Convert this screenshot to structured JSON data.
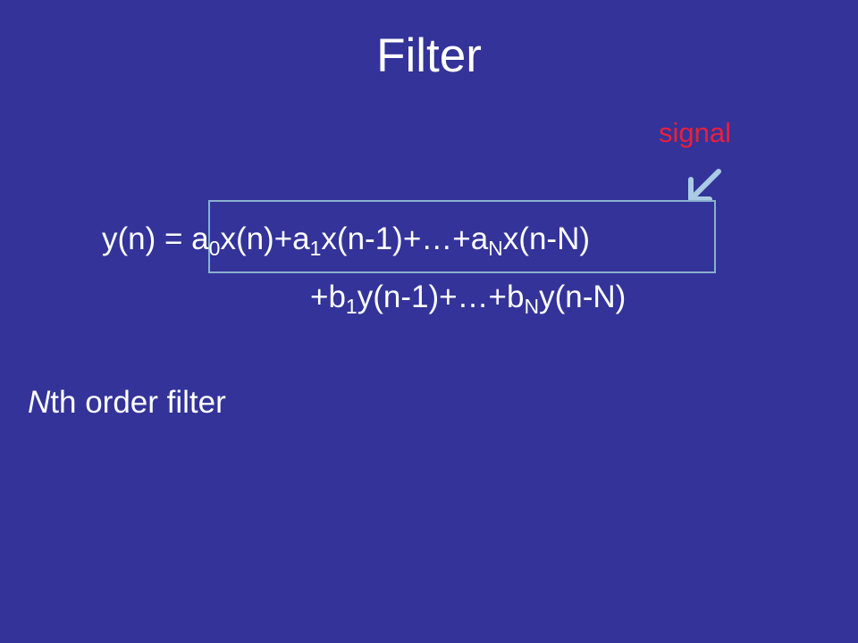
{
  "slide": {
    "title": "Filter",
    "annotation": {
      "label": "signal",
      "color": "#e8213a",
      "arrow_color": "#a9cbe4",
      "box_color": "#8ab0cf"
    },
    "equation": {
      "lhs": "y(n) = ",
      "line1": [
        {
          "t": "a"
        },
        {
          "sub": "0"
        },
        {
          "t": "x(n)+a"
        },
        {
          "sub": "1"
        },
        {
          "t": "x(n-1)+…+a"
        },
        {
          "sub": "N"
        },
        {
          "t": "x(n-N)"
        }
      ],
      "line2": [
        {
          "t": "+b"
        },
        {
          "sub": "1"
        },
        {
          "t": "y(n-1)+…+b"
        },
        {
          "sub": "N"
        },
        {
          "t": "y(n-N)"
        }
      ]
    },
    "note": {
      "italic": "N",
      "rest": "th order filter"
    }
  },
  "colors": {
    "background": "#333399",
    "text": "#ffffff"
  }
}
